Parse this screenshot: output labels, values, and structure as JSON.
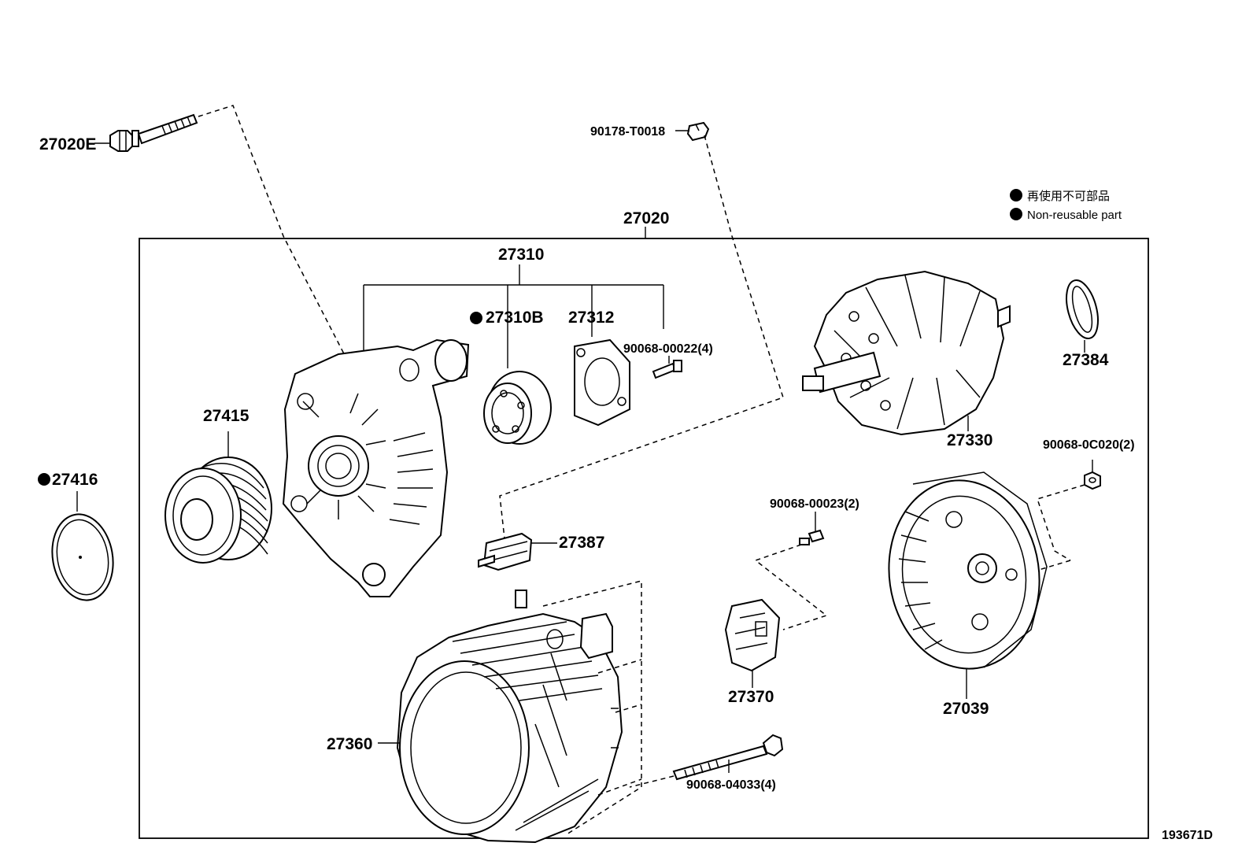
{
  "legend": {
    "japanese": "再使用不可部品",
    "english": "Non-reusable part"
  },
  "figure_id": "193671D",
  "parts": {
    "p27020E": "27020E",
    "p90178": "90178-T0018",
    "p27020": "27020",
    "p27310": "27310",
    "p27310B": "27310B",
    "p27312": "27312",
    "p90068_22": "90068-00022(4)",
    "p27384": "27384",
    "p27415": "27415",
    "p27416": "27416",
    "p27330": "27330",
    "p90068_0C020": "90068-0C020(2)",
    "p90068_23": "90068-00023(2)",
    "p27387": "27387",
    "p27370": "27370",
    "p27039": "27039",
    "p27360": "27360",
    "p90068_04033": "90068-04033(4)"
  },
  "non_reusable_marks": [
    "27310B",
    "27416"
  ],
  "colors": {
    "line": "#000000",
    "background": "#ffffff"
  }
}
